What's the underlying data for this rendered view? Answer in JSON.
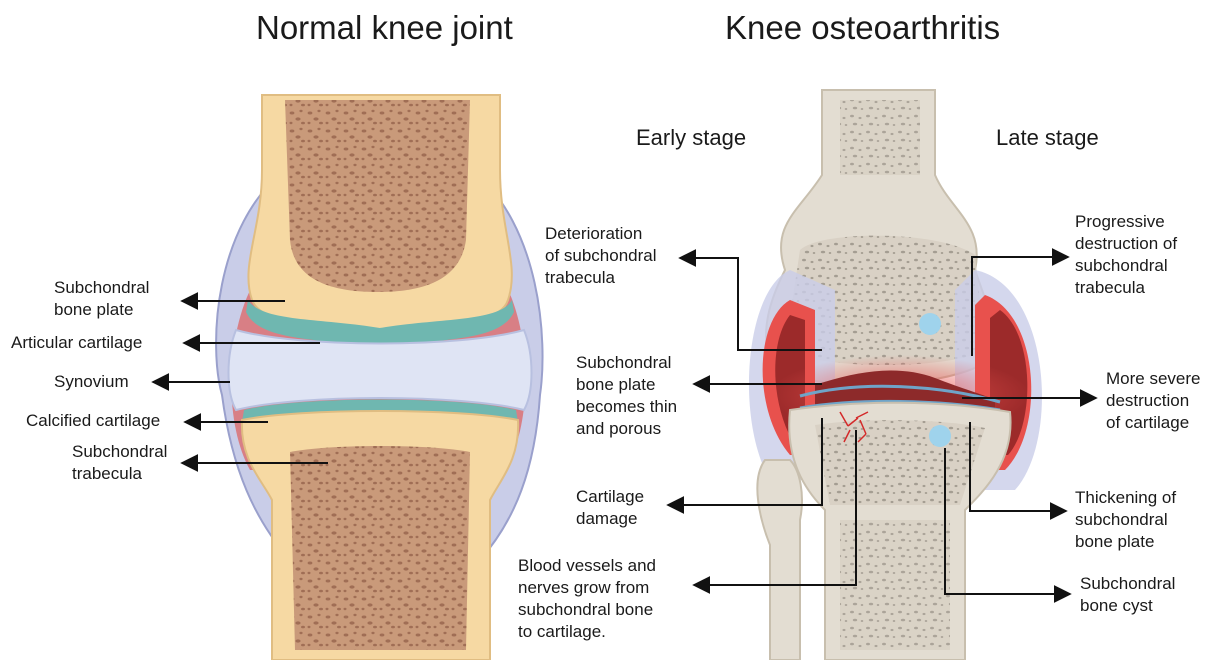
{
  "titles": {
    "normal": "Normal knee joint",
    "oa": "Knee osteoarthritis",
    "early": "Early stage",
    "late": "Late stage"
  },
  "normal_labels": {
    "subchondral_bone_plate": "Subchondral\nbone plate",
    "articular_cartilage": "Articular cartilage",
    "synovium": "Synovium",
    "calcified_cartilage": "Calcified cartilage",
    "subchondral_trabecula": "Subchondral\ntrabecula"
  },
  "oa_labels": {
    "deterioration": "Deterioration\nof subchondral\ntrabecula",
    "thin_porous": "Subchondral\nbone plate\nbecomes thin\nand porous",
    "cartilage_damage": "Cartilage\ndamage",
    "vessels_nerves": "Blood vessels and\nnerves grow from\nsubchondral bone\nto cartilage.",
    "progressive": "Progressive\ndestruction of\nsubchondral\ntrabecula",
    "more_severe": "More severe\ndestruction\nof cartilage",
    "thickening": "Thickening of\nsubchondral\nbone plate",
    "cyst": "Subchondral\nbone cyst"
  },
  "colors": {
    "bone_outer": "#f6d9a3",
    "bone_inner": "#c99a7a",
    "bone_dot": "#a06e55",
    "cartilage": "#6fb7b0",
    "synovial_fluid": "#dfe4f4",
    "capsule": "#c9cde8",
    "synovium": "#d9777a",
    "oa_bone": "#e3ddd2",
    "oa_bone_inner": "#d5ccbe",
    "inflammation": "#e8514d",
    "cyst": "#9fd3ec"
  }
}
